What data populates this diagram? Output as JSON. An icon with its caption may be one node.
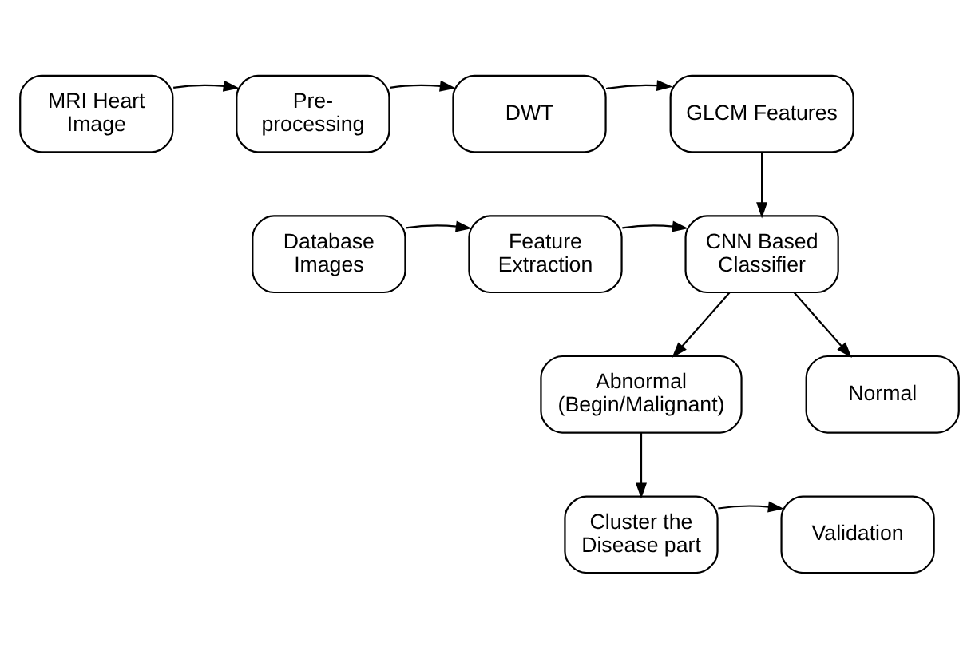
{
  "diagram": {
    "nodes": [
      {
        "text": [
          "MRI Heart Image"
        ]
      },
      {
        "text": [
          "Pre- processing"
        ]
      },
      {
        "text": [
          "DWT"
        ]
      },
      {
        "text": [
          "GLCM Features"
        ]
      },
      {
        "text": [
          "Database Images"
        ]
      },
      {
        "text": [
          "Feature Extraction"
        ]
      },
      {
        "text": [
          "CNN Based Classifier"
        ]
      },
      {
        "text": [
          "Abnormal (Begin/Malignant)"
        ]
      },
      {
        "text": [
          "Normal"
        ]
      },
      {
        "text": [
          "Cluster the Disease part"
        ]
      },
      {
        "text": [
          "Validation"
        ]
      }
    ],
    "edges": [
      {
        "from": 0,
        "to": 1,
        "arrow": "to"
      },
      {
        "from": 1,
        "to": 2,
        "arrow": "to"
      },
      {
        "from": 2,
        "to": 3,
        "arrow": "to"
      },
      {
        "from": 3,
        "to": 6,
        "arrow": "to"
      },
      {
        "from": 4,
        "to": 5,
        "arrow": "to"
      },
      {
        "from": 5,
        "to": 6,
        "arrow": "to"
      },
      {
        "from": 6,
        "to": 7,
        "arrow": "to"
      },
      {
        "from": 6,
        "to": 8,
        "arrow": "to"
      },
      {
        "from": 7,
        "to": 9,
        "arrow": "to"
      },
      {
        "from": 9,
        "to": 10,
        "arrow": "to"
      }
    ]
  }
}
